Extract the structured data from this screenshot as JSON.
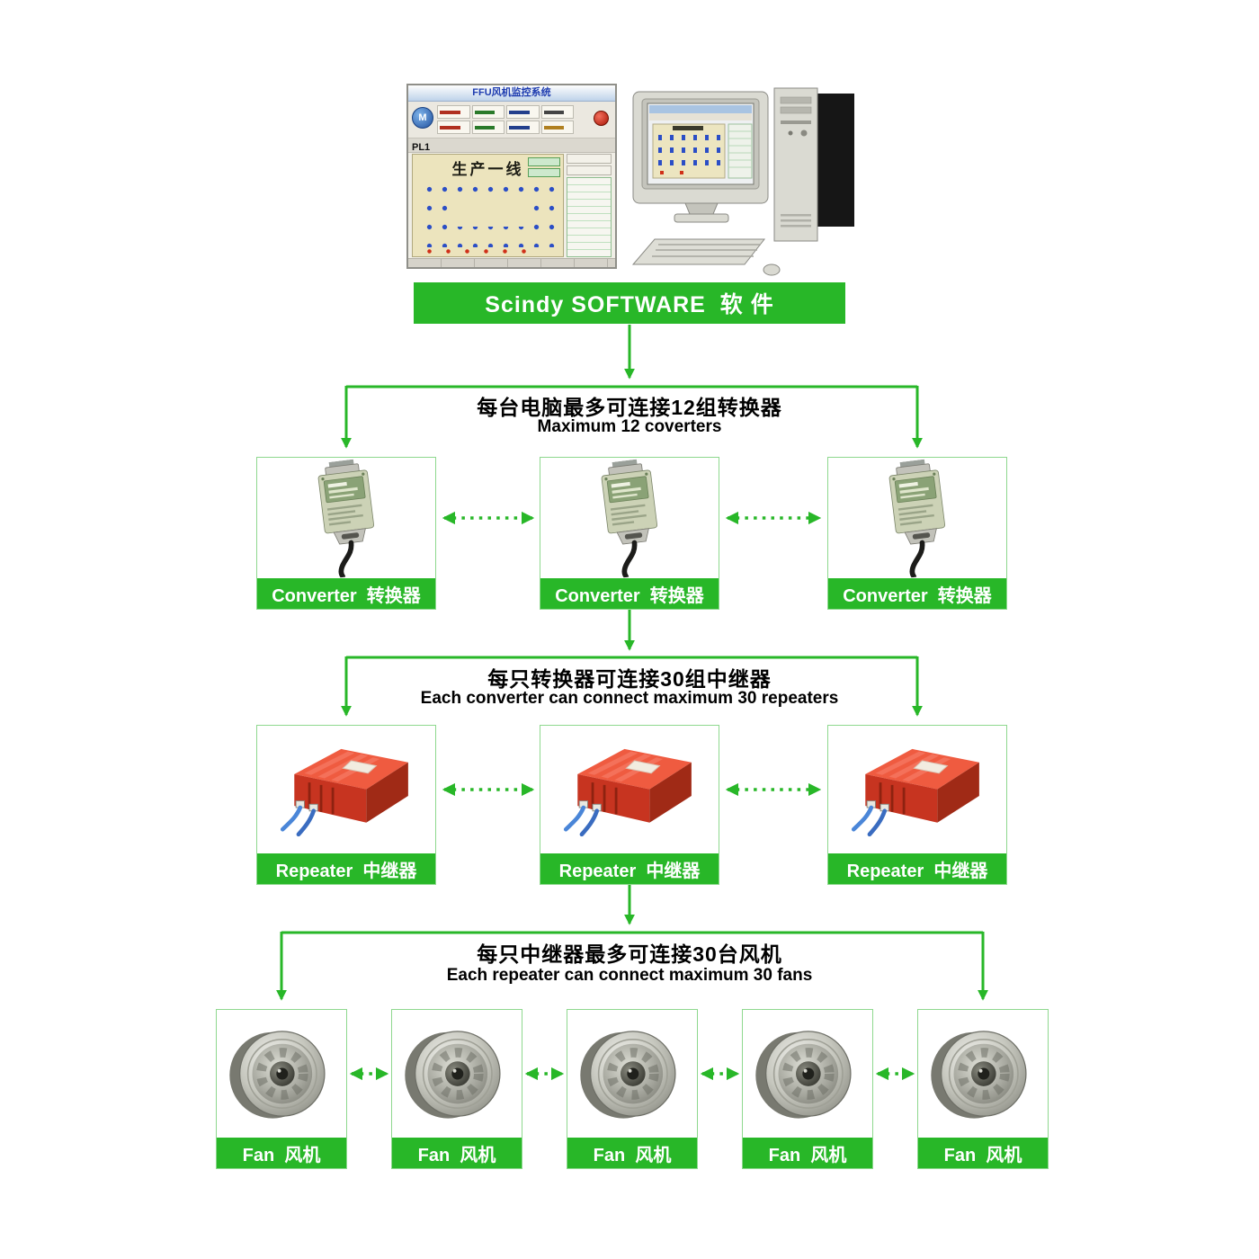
{
  "colors": {
    "accent_green": "#28b728",
    "repeater_red": "#c73420"
  },
  "software": {
    "banner_label": "Scindy SOFTWARE  软 件",
    "screenshot": {
      "title": "FFU风机监控系统",
      "pl_label": "PL1",
      "panel_title": "生产一线"
    }
  },
  "levels": {
    "converter": {
      "note_zh": "每台电脑最多可连接12组转换器",
      "note_en": "Maximum 12 coverters",
      "nodes": [
        {
          "label": "Converter  转换器"
        },
        {
          "label": "Converter  转换器"
        },
        {
          "label": "Converter  转换器"
        }
      ]
    },
    "repeater": {
      "note_zh": "每只转换器可连接30组中继器",
      "note_en": "Each converter can connect maximum 30 repeaters",
      "nodes": [
        {
          "label": "Repeater  中继器"
        },
        {
          "label": "Repeater  中继器"
        },
        {
          "label": "Repeater  中继器"
        }
      ]
    },
    "fan": {
      "note_zh": "每只中继器最多可连接30台风机",
      "note_en": "Each repeater can connect maximum 30 fans",
      "nodes": [
        {
          "label": "Fan  风机"
        },
        {
          "label": "Fan  风机"
        },
        {
          "label": "Fan  风机"
        },
        {
          "label": "Fan  风机"
        },
        {
          "label": "Fan  风机"
        }
      ]
    }
  }
}
